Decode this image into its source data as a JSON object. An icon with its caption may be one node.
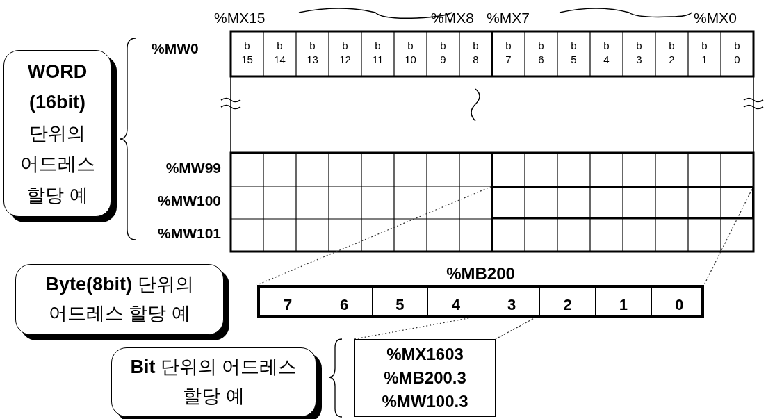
{
  "diagram": {
    "nodes": [
      {
        "text": [
          "**WORD (16bit)** 단위의 어드레스 할당 예"
        ]
      },
      {
        "text": [
          "**Byte(8bit)** 단위의 어드레스 할당 예"
        ]
      },
      {
        "text": [
          "**Bit** 단위의 어드레스 할당 예"
        ]
      },
      {
        "text": [],
        "shape": "box"
      },
      {
        "text": [
          "%MB200"
        ]
      },
      {
        "text": [
          "7"
        ],
        "in": 4
      },
      {
        "text": [
          "6"
        ],
        "in": 4
      },
      {
        "text": [
          "5"
        ],
        "in": 4
      },
      {
        "text": [
          "4"
        ],
        "in": 4
      },
      {
        "text": [
          "3"
        ],
        "in": 4
      },
      {
        "text": [
          "2"
        ],
        "in": 4
      },
      {
        "text": [
          "1"
        ],
        "in": 4
      },
      {
        "text": [
          "0"
        ],
        "in": 4
      },
      {
        "text": [
          "%MX1603",
          "%MB200.3",
          "%MW100.3"
        ]
      }
    ],
    "edges": [
      {
        "from": 3,
        "to": 4,
        "arrow": "none",
        "style": "dashed"
      },
      {
        "from": 9,
        "to": 13,
        "arrow": "none",
        "style": "dashed"
      }
    ],
    "labels": [
      "%MX15",
      "%MX8",
      "%MX7",
      "%MX0",
      "%MW0",
      "b 15",
      "b 14",
      "b 13",
      "b 12",
      "b 11",
      "b 10",
      "b 9",
      "b 8",
      "b 7",
      "b 6",
      "b 5",
      "b 4",
      "b 3",
      "b 2",
      "b 1",
      "b 0",
      "%MW99",
      "%MW100",
      "%MW101"
    ]
  }
}
